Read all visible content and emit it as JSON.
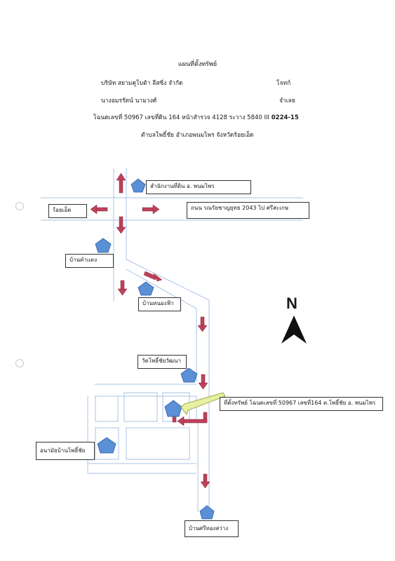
{
  "header": {
    "title": "แผนที่ตั้งทรัพย์",
    "plaintiff": "บริษัท สยามคูโบต้า ลีสซิ่ง จำกัด",
    "plaintiff_role": "โจทก์",
    "defendant": "นางอมรรัตน์ นามวงศ์",
    "defendant_role": "จำเลย",
    "deed_text": "โฉนดเลขที่ 50967 เลขที่ดิน  164 หน้าสำรวจ 4128  ระวาง 5840 III ",
    "deed_sheet": "0224-15",
    "location": "ตำบลโพธิ์ชัย  อำเภอพนมไพร  จังหวัดร้อยเอ็ด"
  },
  "map": {
    "north_label": "N",
    "labels": {
      "land_office": "สำนักงานที่ดิน อ. พนมไพร",
      "roi_et": "ร้อยเอ็ด",
      "road": "ถนน รณรัยชาญยุทธ 2043  ไป ศรีสะเกษ",
      "ban_kham_daeng": "บ้านคำแดง",
      "ban_nong_fa": "บ้านหนองฟ้า",
      "wat_pho_chai": "วัดโพธิ์ชัยวัฒนา",
      "property": "ที่ตั้งทรัพย์ โฉนดเลขที่ 50967 เลขที่164 ต.โพธิ์ชัย อ. พนมไพร",
      "health_station": "อนามัยบ้านโพธิ์ชัย",
      "ban_si_thong": "บ้านศรีทองสว่าง"
    },
    "colors": {
      "road": "#a9c3e6",
      "arrow": "#c0405a",
      "marker": "#5b8fd6",
      "pointer": "#e6f0a0"
    }
  }
}
